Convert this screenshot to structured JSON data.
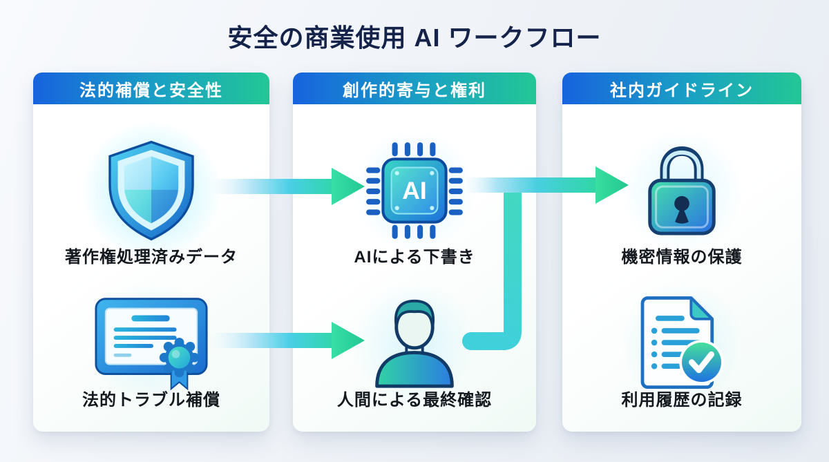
{
  "title": "安全の商業使用 AI ワークフロー",
  "columns": [
    {
      "header": "法的補償と安全性",
      "items": [
        {
          "icon": "shield-icon",
          "label": "著作権処理済みデータ"
        },
        {
          "icon": "certificate-icon",
          "label": "法的トラブル補償"
        }
      ]
    },
    {
      "header": "創作的寄与と権利",
      "items": [
        {
          "icon": "ai-chip-icon",
          "label": "AIによる下書き",
          "chip_text": "AI"
        },
        {
          "icon": "person-icon",
          "label": "人間による最終確認"
        }
      ]
    },
    {
      "header": "社内ガイドライン",
      "items": [
        {
          "icon": "lock-icon",
          "label": "機密情報の保護"
        },
        {
          "icon": "document-check-icon",
          "label": "利用履歴の記録"
        }
      ]
    }
  ],
  "flow": {
    "arrows": [
      {
        "from": "著作権処理済みデータ",
        "to": "AIによる下書き"
      },
      {
        "from": "法的トラブル補償",
        "to": "人間による最終確認"
      },
      {
        "from": "AIによる下書き",
        "to": "機密情報の保護"
      },
      {
        "from": "人間による最終確認",
        "to": "機密情報の保護"
      }
    ]
  },
  "colors": {
    "title": "#15234a",
    "header_gradient_start": "#1763de",
    "header_gradient_end": "#22c795",
    "arrow_cyan": "#49cfe0",
    "arrow_green": "#2fd6a4",
    "label_text": "#14181f",
    "card_background": "#ffffff"
  }
}
